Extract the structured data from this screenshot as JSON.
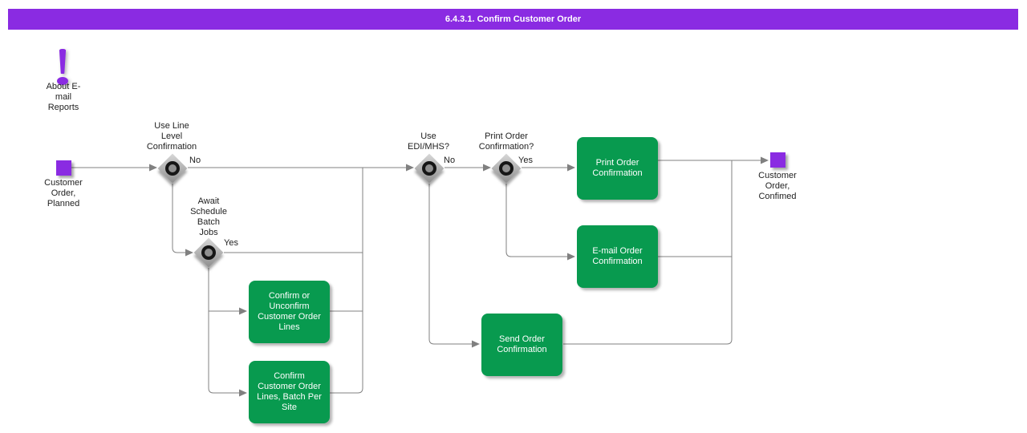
{
  "banner": {
    "title": "6.4.3.1. Confirm Customer Order"
  },
  "note": {
    "icon": "exclamation-icon",
    "label": "About E-\nmail\nReports"
  },
  "events": {
    "start": {
      "label": "Customer\nOrder,\nPlanned"
    },
    "end": {
      "label": "Customer\nOrder,\nConfimed"
    }
  },
  "gateways": [
    {
      "label": "Use Line\nLevel\nConfirmation",
      "branch": "No"
    },
    {
      "label": "Await\nSchedule\nBatch\nJobs",
      "branch": "Yes"
    },
    {
      "label": "Use\nEDI/MHS?",
      "branch": "No"
    },
    {
      "label": "Print Order\nConfirmation?",
      "branch": "Yes"
    }
  ],
  "tasks": [
    {
      "label": "Print Order\nConfirmation"
    },
    {
      "label": "E-mail Order\nConfirmation"
    },
    {
      "label": "Send Order\nConfirmation"
    },
    {
      "label": "Confirm or\nUnconfirm\nCustomer Order\nLines"
    },
    {
      "label": "Confirm\nCustomer Order\nLines, Batch Per\nSite"
    }
  ],
  "colors": {
    "banner_purple": "#8A2BE2",
    "event_purple": "#8A2BE2",
    "task_green": "#089A4F",
    "connector_gray": "#808080",
    "label_text": "#1F1F1F",
    "task_text": "#FFFFFF"
  }
}
